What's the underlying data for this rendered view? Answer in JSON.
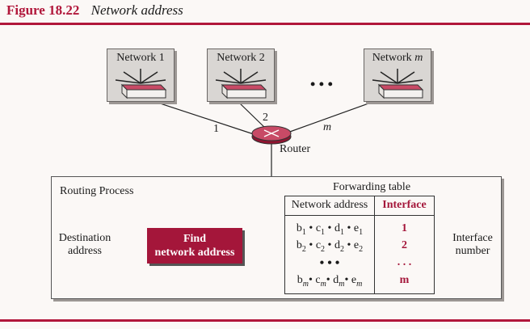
{
  "figure": {
    "number": "Figure 18.22",
    "title": "Network address"
  },
  "networks": [
    {
      "name": "Network 1"
    },
    {
      "name": "Network 2"
    },
    {
      "name": "Network",
      "suffix": "m"
    }
  ],
  "ellipsis": "• • •",
  "links": {
    "net1": "1",
    "net2": "2",
    "netm": "m"
  },
  "router_label": "Router",
  "process": {
    "title": "Routing Process",
    "input_label_1": "Destination",
    "input_label_2": "address",
    "find_line_1": "Find",
    "find_line_2": "network address",
    "output_label_1": "Interface",
    "output_label_2": "number"
  },
  "table": {
    "caption": "Forwarding table",
    "col_network": "Network address",
    "col_interface": "Interface",
    "rows": [
      {
        "network": "b1 • c1 • d1 • e1",
        "interface": "1"
      },
      {
        "network": "b2 • c2 • d2 • e2",
        "interface": "2"
      },
      {
        "network": "• • •",
        "interface": ". . ."
      },
      {
        "network": "bm • cm • dm • em",
        "interface": "m"
      }
    ]
  },
  "colors": {
    "accent": "#a4163a",
    "rule": "#b1173b",
    "box_fill": "#d9d6d3"
  }
}
